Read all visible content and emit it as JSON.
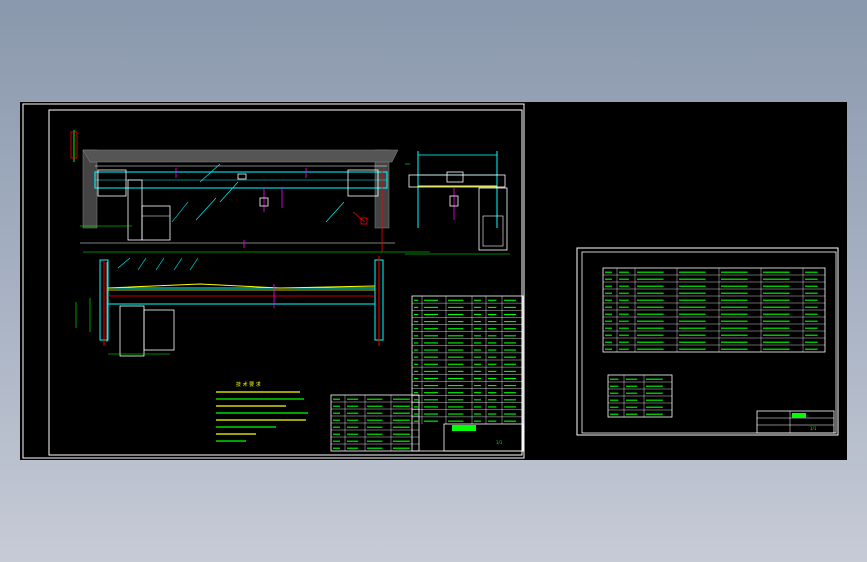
{
  "drawing": {
    "tech_requirements_title": "技 术 要 求",
    "sheet_stamp_left": "1/1",
    "sheet_stamp_right": "1/1"
  },
  "colors": {
    "background": "#000000",
    "frame": "#ffffff",
    "outline": "#00ffff",
    "centerline": "#ff0000",
    "dimension": "#00ff00",
    "note_text": "#ffff00",
    "hoist": "#ff00ff"
  }
}
